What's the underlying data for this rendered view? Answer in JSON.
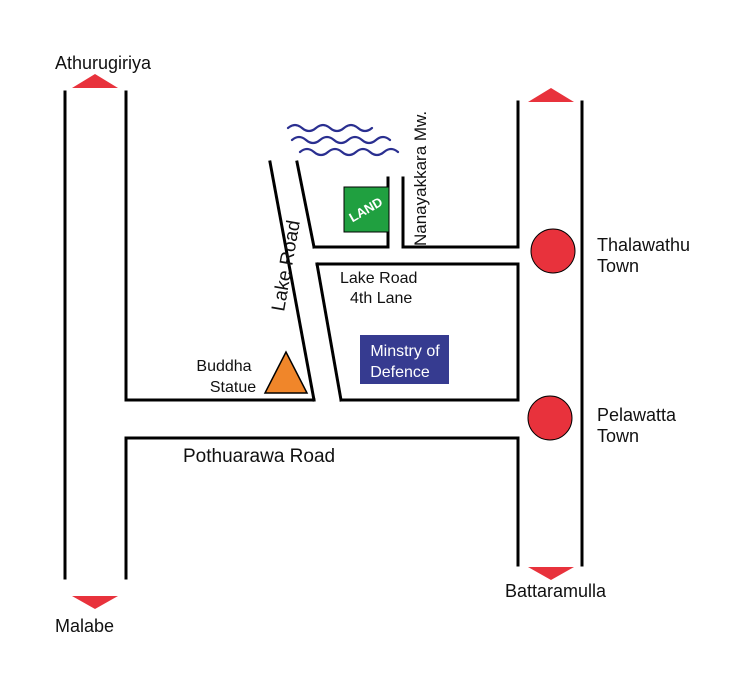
{
  "places": {
    "athurugiriya": "Athurugiriya",
    "malabe": "Malabe",
    "battaramulla": "Battaramulla",
    "thalawathu_line1": "Thalawathu",
    "thalawathu_line2": "Town",
    "pelawatta_line1": "Pelawatta",
    "pelawatta_line2": "Town"
  },
  "roads": {
    "lake_road": "Lake Road",
    "nanayakkara": "Nanayakkara Mw.",
    "lane_line1": "Lake Road",
    "lane_line2": "4th Lane",
    "pothuarawa": "Pothuarawa Road"
  },
  "landmarks": {
    "buddha_line1": "Buddha",
    "buddha_line2": "Statue",
    "ministry_line1": "Minstry of",
    "ministry_line2": "Defence",
    "land": "LAND"
  },
  "colors": {
    "road_line": "#000000",
    "direction_arrow": "#e8323c",
    "town_marker": "#e8323c",
    "buddha_statue": "#f0862a",
    "land_box": "#20a040",
    "ministry_box": "#363b90",
    "water": "#2a2f90"
  }
}
